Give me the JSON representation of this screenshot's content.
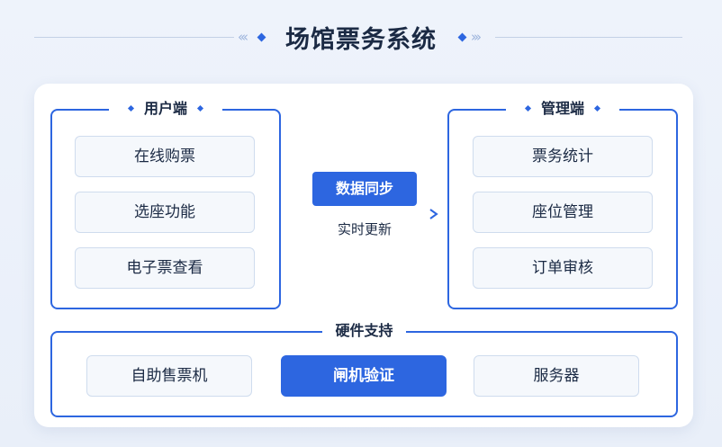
{
  "title": "场馆票务系统",
  "user_panel": {
    "title": "用户端",
    "items": [
      "在线购票",
      "选座功能",
      "电子票查看"
    ]
  },
  "admin_panel": {
    "title": "管理端",
    "items": [
      "票务统计",
      "座位管理",
      "订单审核"
    ]
  },
  "sync": {
    "label": "数据同步",
    "sublabel": "实时更新"
  },
  "hardware_panel": {
    "title": "硬件支持",
    "items": [
      "自助售票机",
      "闸机验证",
      "服务器"
    ],
    "highlighted_index": 1
  },
  "colors": {
    "accent": "#2d66e0",
    "text": "#1b2a44",
    "box_bg": "#f5f8fc",
    "box_border": "#cfdcee"
  }
}
